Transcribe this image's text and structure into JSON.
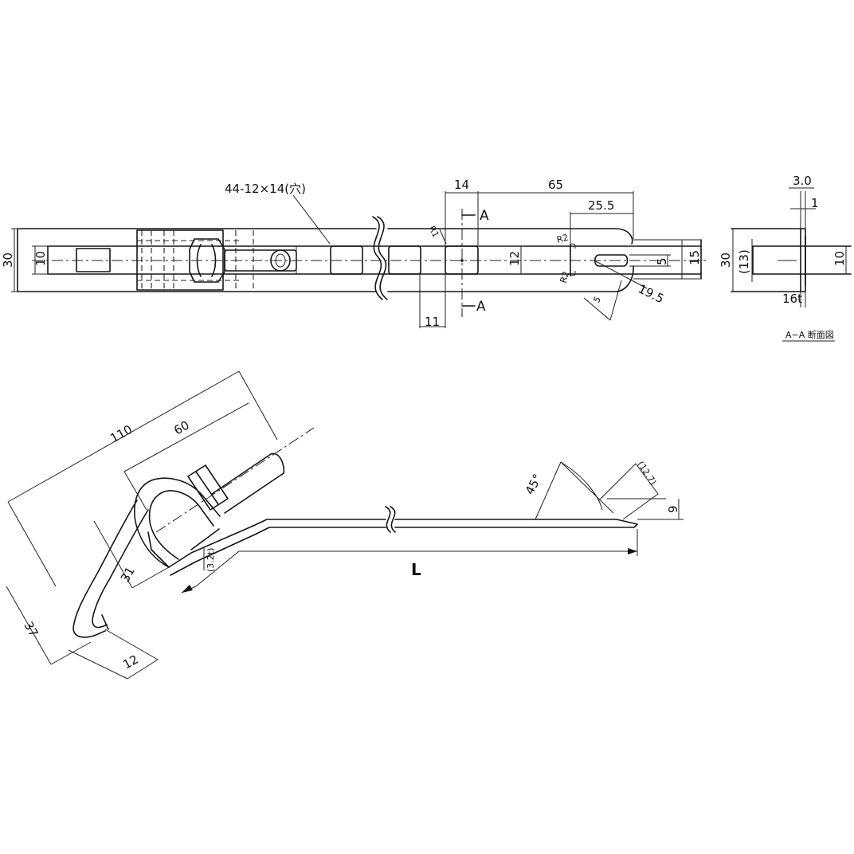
{
  "top_view": {
    "hole_callout": "44-12×14(穴)",
    "dim_overall_height": "30",
    "dim_shaft_dia": "10",
    "dim_slot_width": "14",
    "dim_length_65": "65",
    "dim_length_25_5": "25.5",
    "dim_width_12": "12",
    "dim_slot_5": "5",
    "dim_end_15": "15",
    "dim_radius_19_5": "19.5",
    "dim_gap_5": "5",
    "dim_11": "11",
    "radius_r1": "R1",
    "radius_r2_top": "R2",
    "radius_r2_bottom": "R2",
    "section_mark_top": "A",
    "section_mark_bottom": "A"
  },
  "section_view": {
    "dim_thickness": "3.0",
    "dim_1": "1",
    "dim_height": "30",
    "dim_inner": "(13)",
    "dim_10": "10",
    "dim_plate": "16t",
    "title": "A−A 断面図"
  },
  "side_view": {
    "dim_110": "110",
    "dim_60": "60",
    "dim_31": "31",
    "dim_3_2": "(3.2t)",
    "dim_37": "37",
    "dim_12": "12",
    "dim_length": "L",
    "dim_angle": "45°",
    "dim_12_7": "(12.7)",
    "dim_9": "9"
  }
}
